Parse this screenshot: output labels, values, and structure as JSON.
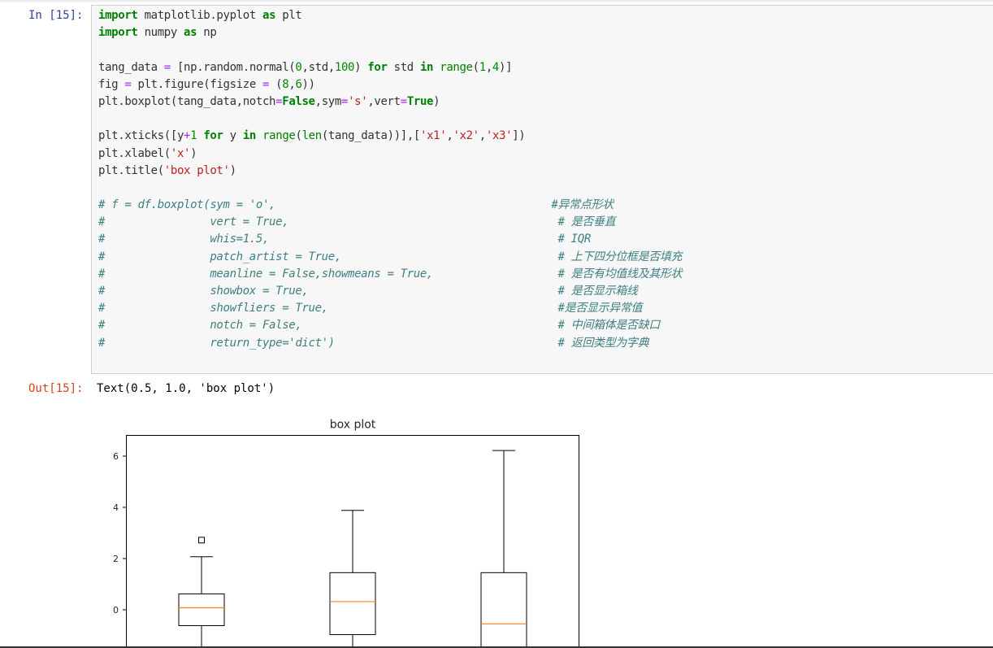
{
  "cell": {
    "in_prompt": "In [15]:",
    "out_prompt": "Out[15]:",
    "output_text": "Text(0.5, 1.0, 'box plot')"
  },
  "code_lines": [
    [
      {
        "t": "import",
        "c": "kw"
      },
      {
        "t": " matplotlib.pyplot "
      },
      {
        "t": "as",
        "c": "kw"
      },
      {
        "t": " plt"
      }
    ],
    [
      {
        "t": "import",
        "c": "kw"
      },
      {
        "t": " numpy "
      },
      {
        "t": "as",
        "c": "kw"
      },
      {
        "t": " np"
      }
    ],
    [],
    [
      {
        "t": "tang_data "
      },
      {
        "t": "=",
        "c": "op"
      },
      {
        "t": " [np.random.normal("
      },
      {
        "t": "0",
        "c": "num"
      },
      {
        "t": ",std,"
      },
      {
        "t": "100",
        "c": "num"
      },
      {
        "t": ") "
      },
      {
        "t": "for",
        "c": "kw"
      },
      {
        "t": " std "
      },
      {
        "t": "in",
        "c": "kw"
      },
      {
        "t": " "
      },
      {
        "t": "range",
        "c": "bi"
      },
      {
        "t": "("
      },
      {
        "t": "1",
        "c": "num"
      },
      {
        "t": ","
      },
      {
        "t": "4",
        "c": "num"
      },
      {
        "t": ")]"
      }
    ],
    [
      {
        "t": "fig "
      },
      {
        "t": "=",
        "c": "op"
      },
      {
        "t": " plt.figure(figsize "
      },
      {
        "t": "=",
        "c": "op"
      },
      {
        "t": " ("
      },
      {
        "t": "8",
        "c": "num"
      },
      {
        "t": ","
      },
      {
        "t": "6",
        "c": "num"
      },
      {
        "t": "))"
      }
    ],
    [
      {
        "t": "plt.boxplot(tang_data,notch"
      },
      {
        "t": "=",
        "c": "op"
      },
      {
        "t": "False",
        "c": "kw"
      },
      {
        "t": ",sym"
      },
      {
        "t": "=",
        "c": "op"
      },
      {
        "t": "'s'",
        "c": "str"
      },
      {
        "t": ",vert"
      },
      {
        "t": "=",
        "c": "op"
      },
      {
        "t": "True",
        "c": "kw"
      },
      {
        "t": ")"
      }
    ],
    [],
    [
      {
        "t": "plt.xticks([y"
      },
      {
        "t": "+",
        "c": "op"
      },
      {
        "t": "1",
        "c": "num"
      },
      {
        "t": " "
      },
      {
        "t": "for",
        "c": "kw"
      },
      {
        "t": " y "
      },
      {
        "t": "in",
        "c": "kw"
      },
      {
        "t": " "
      },
      {
        "t": "range",
        "c": "bi"
      },
      {
        "t": "("
      },
      {
        "t": "len",
        "c": "bi"
      },
      {
        "t": "(tang_data))],["
      },
      {
        "t": "'x1'",
        "c": "str"
      },
      {
        "t": ","
      },
      {
        "t": "'x2'",
        "c": "str"
      },
      {
        "t": ","
      },
      {
        "t": "'x3'",
        "c": "str"
      },
      {
        "t": "])"
      }
    ],
    [
      {
        "t": "plt.xlabel("
      },
      {
        "t": "'x'",
        "c": "str"
      },
      {
        "t": ")"
      }
    ],
    [
      {
        "t": "plt.title("
      },
      {
        "t": "'box plot'",
        "c": "str"
      },
      {
        "t": ")"
      }
    ],
    [],
    [
      {
        "t": "# f = df.boxplot(sym = 'o',                                          #异常点形状",
        "c": "cm"
      }
    ],
    [
      {
        "t": "#                vert = True,                                         # 是否垂直",
        "c": "cm"
      }
    ],
    [
      {
        "t": "#                whis=1.5,                                            # IQR",
        "c": "cm"
      }
    ],
    [
      {
        "t": "#                patch_artist = True,                                 # 上下四分位框是否填充",
        "c": "cm"
      }
    ],
    [
      {
        "t": "#                meanline = False,showmeans = True,                   # 是否有均值线及其形状",
        "c": "cm"
      }
    ],
    [
      {
        "t": "#                showbox = True,                                      # 是否显示箱线",
        "c": "cm"
      }
    ],
    [
      {
        "t": "#                showfliers = True,                                   #是否显示异常值",
        "c": "cm"
      }
    ],
    [
      {
        "t": "#                notch = False,                                       # 中间箱体是否缺口",
        "c": "cm"
      }
    ],
    [
      {
        "t": "#                return_type='dict')                                  # 返回类型为字典",
        "c": "cm"
      }
    ]
  ],
  "chart_data": {
    "type": "box",
    "title": "box plot",
    "ylim": [
      -1.5,
      6.8
    ],
    "yticks": [
      0,
      2,
      4,
      6
    ],
    "colors": {
      "box": "#000000",
      "median": "#ff7f0e",
      "axes": "#000000"
    },
    "boxes": [
      {
        "q1": -0.62,
        "median": 0.08,
        "q3": 0.62,
        "whisker_low": null,
        "whisker_high": 2.07,
        "fliers": [
          2.72
        ]
      },
      {
        "q1": -0.97,
        "median": 0.32,
        "q3": 1.45,
        "whisker_low": null,
        "whisker_high": 3.88,
        "fliers": []
      },
      {
        "q1": null,
        "median": -0.55,
        "q3": 1.45,
        "whisker_low": null,
        "whisker_high": 6.22,
        "fliers": []
      }
    ]
  }
}
